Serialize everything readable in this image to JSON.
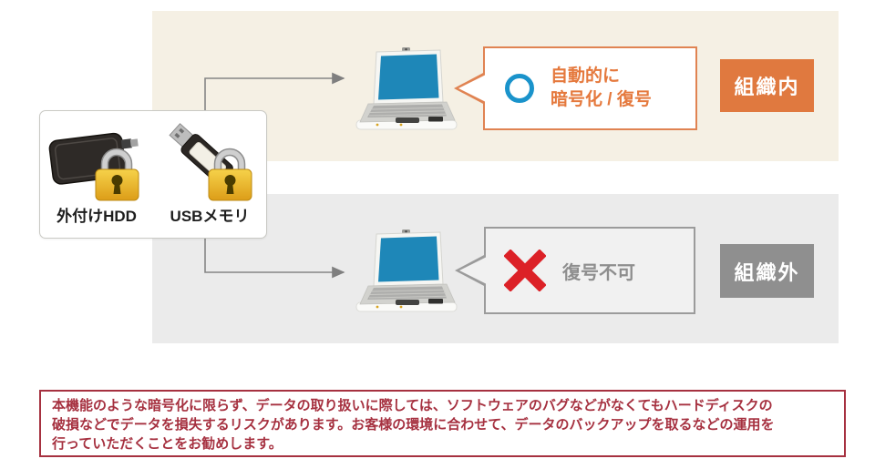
{
  "device_panel": {
    "items": [
      {
        "label": "外付けHDD",
        "icon": "external-hdd-with-lock-icon"
      },
      {
        "label": "USBメモリ",
        "icon": "usb-memory-with-lock-icon"
      }
    ]
  },
  "zone_inside": {
    "badge_label": "組織内",
    "bubble_line1": "自動的に",
    "bubble_line2": "暗号化 / 復号",
    "status_icon": "circle-ok-icon",
    "colors": {
      "panel_bg": "#f5f0e4",
      "badge_bg": "#e0793f",
      "bubble_border": "#e08352",
      "bubble_text": "#e5793d",
      "status_ring": "#1a93cb"
    }
  },
  "zone_outside": {
    "badge_label": "組織外",
    "bubble_text": "復号不可",
    "status_icon": "cross-ng-icon",
    "colors": {
      "panel_bg": "#ebebeb",
      "badge_bg": "#8f8f8f",
      "bubble_border": "#9b9b9b",
      "bubble_text": "#8e8e8e",
      "status_cross": "#dc2127"
    }
  },
  "note": {
    "line1": "本機能のような暗号化に限らず、データの取り扱いに際しては、ソフトウェアのバグなどがなくてもハードディスクの",
    "line2": "破損などでデータを損失するリスクがあります。お客様の環境に合わせて、データのバックアップを取るなどの運用を",
    "line3": "行っていただくことをお勧めします。",
    "color": "#a63140"
  }
}
